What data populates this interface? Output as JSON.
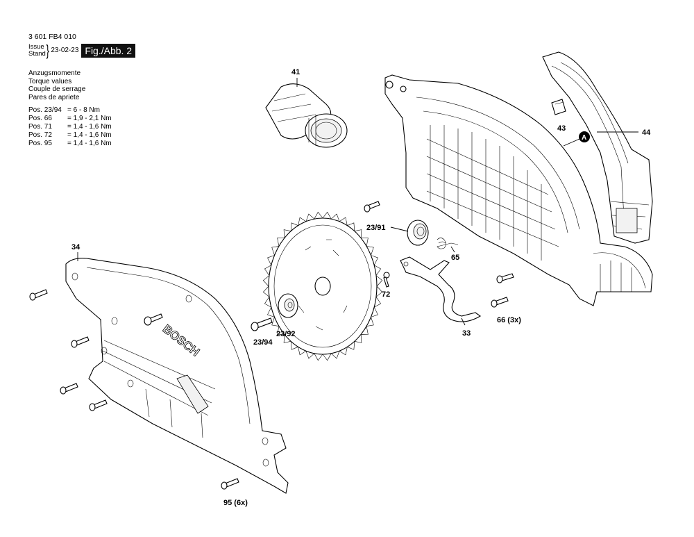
{
  "header": {
    "doc_number": "3 601 FB4 010",
    "issue_label": "Issue",
    "stand_label": "Stand",
    "issue_date": "23-02-23",
    "figure_label": "Fig./Abb. 2"
  },
  "torque": {
    "titles": [
      "Anzugsmomente",
      "Torque values",
      "Couple de serrage",
      "Pares de apriete"
    ],
    "rows": [
      {
        "pos": "Pos. 23/94",
        "value": "= 6 - 8 Nm"
      },
      {
        "pos": "Pos. 66",
        "value": "= 1,9 - 2,1 Nm"
      },
      {
        "pos": "Pos. 71",
        "value": "= 1,4 - 1,6 Nm"
      },
      {
        "pos": "Pos. 72",
        "value": "= 1,4 - 1,6 Nm"
      },
      {
        "pos": "Pos. 95",
        "value": "= 1,4 - 1,6 Nm"
      }
    ]
  },
  "callouts": {
    "p41": "41",
    "p43": "43",
    "p44": "44",
    "pA": "A",
    "p34": "34",
    "p23_91": "23/91",
    "p65": "65",
    "p72": "72",
    "p33": "33",
    "p66": "66 (3x)",
    "p23_92": "23/92",
    "p23_94": "23/94",
    "p95": "95 (6x)"
  },
  "guard_brand": "BOSCH"
}
